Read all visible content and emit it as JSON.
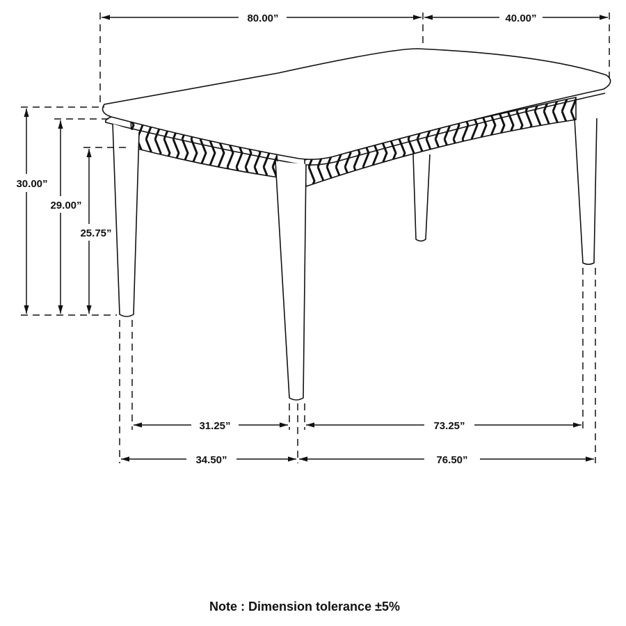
{
  "diagram": {
    "subject": "Rectangular dining table with tapered legs and chevron apron",
    "dimensions": {
      "length": "80.00”",
      "width": "40.00”",
      "height_total": "30.00”",
      "height_to_top_underside": "29.00”",
      "height_to_apron": "25.75”",
      "inner_leg_span_width": "31.25”",
      "inner_leg_span_length": "73.25”",
      "outer_leg_span_width": "34.50”",
      "outer_leg_span_length": "76.50”"
    },
    "note": "Note : Dimension tolerance ±5%",
    "colors": {
      "line": "#111111",
      "background": "#ffffff"
    }
  }
}
